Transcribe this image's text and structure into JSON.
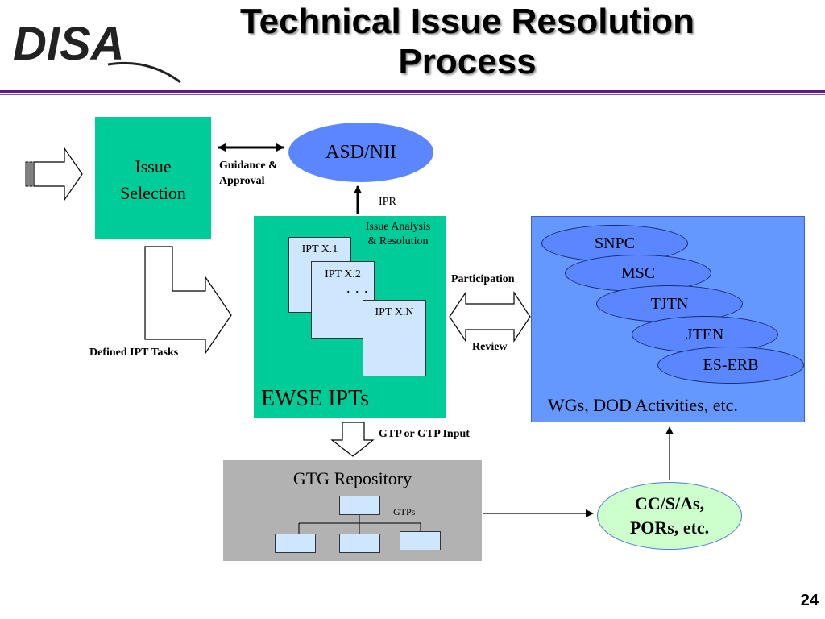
{
  "header": {
    "logo_text": "DISA",
    "title_line1": "Technical Issue Resolution",
    "title_line2": "Process"
  },
  "diagram": {
    "issue_selection": {
      "line1": "Issue",
      "line2": "Selection"
    },
    "asd_nii": "ASD/NII",
    "guidance_label": {
      "line1": "Guidance &",
      "line2": "Approval"
    },
    "ipr_label": "IPR",
    "issue_analysis": {
      "line1": "Issue Analysis",
      "line2": "& Resolution"
    },
    "ipt_cards": [
      "IPT X.1",
      "IPT X.2",
      "IPT X.N"
    ],
    "ellipsis": ". . .",
    "ewse_label": "EWSE IPTs",
    "defined_tasks_label": "Defined IPT Tasks",
    "participation_label": "Participation",
    "review_label": "Review",
    "working_groups": [
      "SNPC",
      "MSC",
      "TJTN",
      "JTEN",
      "ES-ERB"
    ],
    "wg_caption": "WGs, DOD Activities, etc.",
    "gtp_input_label": "GTP or GTP Input",
    "gtg_repository": "GTG Repository",
    "gtps_label": "GTPs",
    "ccs": {
      "line1": "CC/S/As,",
      "line2": "PORs, etc."
    }
  },
  "footer": {
    "page_number": "24"
  },
  "colors": {
    "green_box": "#00cc99",
    "blue_ellipse": "#5a86ff",
    "wg_panel": "#6598ff",
    "light_card": "#cfe6ff",
    "repository_gray": "#b2b2b2",
    "ccs_green": "#ccffcc",
    "header_rule": "#5b1a8e"
  }
}
